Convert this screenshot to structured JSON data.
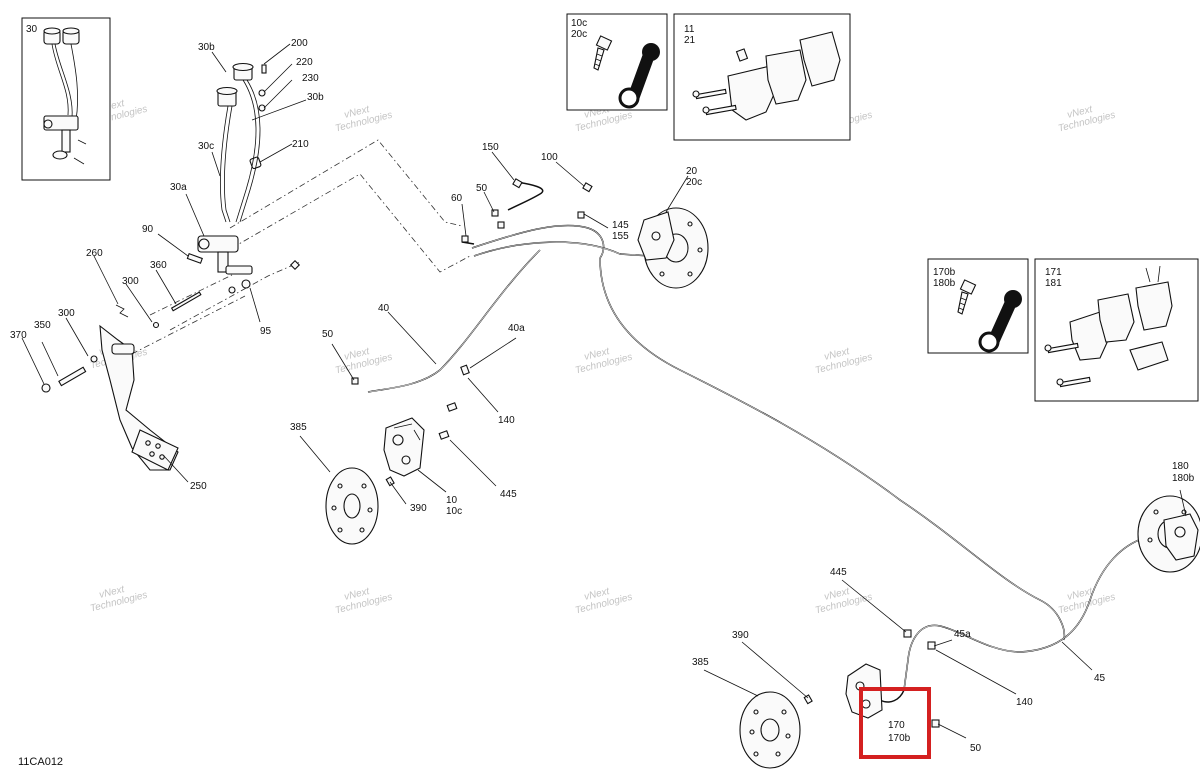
{
  "diagram": {
    "code": "11CA012",
    "watermark": {
      "line1": "vNext",
      "line2": "Technologies"
    },
    "highlight_color": "#d42020"
  },
  "labels": {
    "l30": "30",
    "l30b_a": "30b",
    "l30b_b": "30b",
    "l30c": "30c",
    "l30a": "30a",
    "l200": "200",
    "l220": "220",
    "l230": "230",
    "l210": "210",
    "l90": "90",
    "l95": "95",
    "l260": "260",
    "l300_a": "300",
    "l300_b": "300",
    "l360": "360",
    "l350": "350",
    "l370": "370",
    "l250": "250",
    "l10c_a": "10c",
    "l20c_a": "20c",
    "l11": "11",
    "l21": "21",
    "l150": "150",
    "l100": "100",
    "l50_a": "50",
    "l60": "60",
    "l145": "145",
    "l155": "155",
    "l20": "20",
    "l20c_b": "20c",
    "l170b_a": "170b",
    "l180b_a": "180b",
    "l171": "171",
    "l181": "181",
    "l40": "40",
    "l40a": "40a",
    "l50_b": "50",
    "l140_a": "140",
    "l385_a": "385",
    "l390_a": "390",
    "l10": "10",
    "l10c_b": "10c",
    "l445_a": "445",
    "l180": "180",
    "l180b_b": "180b",
    "l445_b": "445",
    "l45a": "45a",
    "l45": "45",
    "l390_b": "390",
    "l385_b": "385",
    "l140_b": "140",
    "l170": "170",
    "l170b_b": "170b",
    "l50_c": "50"
  }
}
